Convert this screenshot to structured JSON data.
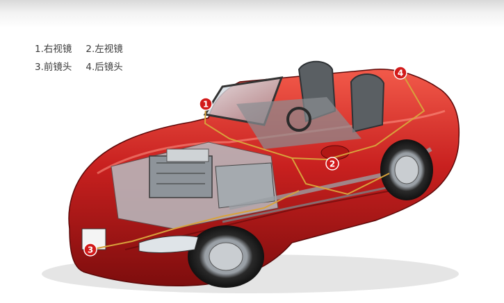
{
  "legend": {
    "rows": [
      [
        {
          "num": "1",
          "label": "1.右视镜"
        },
        {
          "num": "2",
          "label": "2.左视镜"
        }
      ],
      [
        {
          "num": "3",
          "label": "3.前镜头"
        },
        {
          "num": "4",
          "label": "4.后镜头"
        }
      ]
    ]
  },
  "markers": [
    {
      "id": "1",
      "text": "1"
    },
    {
      "id": "2",
      "text": "2"
    },
    {
      "id": "3",
      "text": "3"
    },
    {
      "id": "4",
      "text": "4"
    }
  ],
  "colors": {
    "car_body": "#c8201f",
    "car_body_dark": "#7d0d0d",
    "marker_fill": "#d21a1a",
    "wire": "#d8a23c",
    "legend_text": "#3a3a3a"
  },
  "icons": {
    "car": "cutaway-sports-car-illustration",
    "marker": "numbered-circle-badge"
  }
}
